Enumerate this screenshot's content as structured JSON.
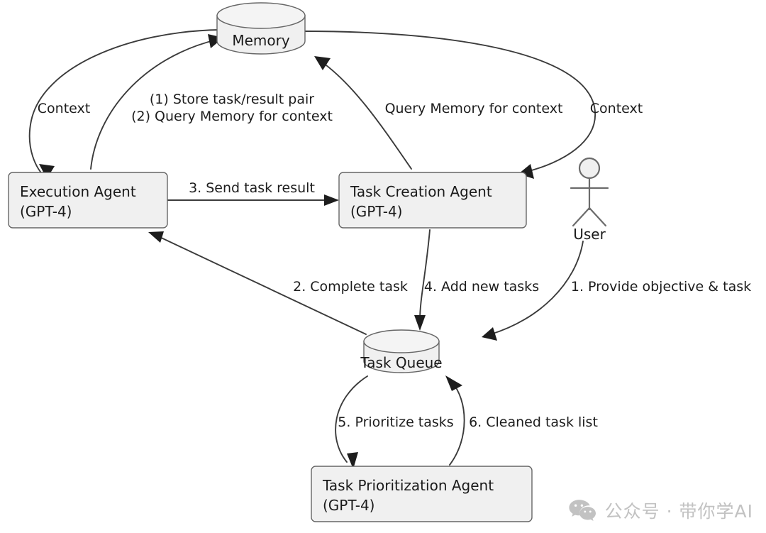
{
  "diagram": {
    "title": "BabyAGI task-driven autonomous agent loop",
    "background_color": "#ffffff",
    "node_fill_color": "#f0f0f0",
    "node_stroke_color": "#666666",
    "edge_color": "#3b3b3b",
    "text_color": "#1a1a1a",
    "nodes": {
      "memory": {
        "label": "Memory",
        "shape": "cylinder"
      },
      "execution_agent": {
        "label_line1": "Execution Agent",
        "label_line2": "(GPT-4)",
        "shape": "rounded-rect"
      },
      "task_creation_agent": {
        "label_line1": "Task Creation Agent",
        "label_line2": "(GPT-4)",
        "shape": "rounded-rect"
      },
      "task_queue": {
        "label": "Task Queue",
        "shape": "cylinder"
      },
      "task_prioritization_agent": {
        "label_line1": "Task Prioritization Agent",
        "label_line2": "(GPT-4)",
        "shape": "rounded-rect"
      },
      "user": {
        "label": "User",
        "shape": "actor"
      }
    },
    "edge_labels": {
      "memory_to_execution": "Context",
      "execution_to_memory_line1": "(1) Store task/result pair",
      "execution_to_memory_line2": "(2) Query Memory for context",
      "creation_to_memory": "Query Memory for context",
      "memory_to_creation": "Context",
      "execution_to_creation": "3. Send task result",
      "queue_to_execution": "2. Complete task",
      "creation_to_queue": "4. Add new tasks",
      "user_to_queue": "1. Provide objective & task",
      "queue_to_prioritization": "5. Prioritize tasks",
      "prioritization_to_queue": "6. Cleaned task list"
    }
  },
  "watermark": {
    "icon": "wechat-icon",
    "text": "公众号 · 带你学AI",
    "color": "#c2c2c2"
  }
}
